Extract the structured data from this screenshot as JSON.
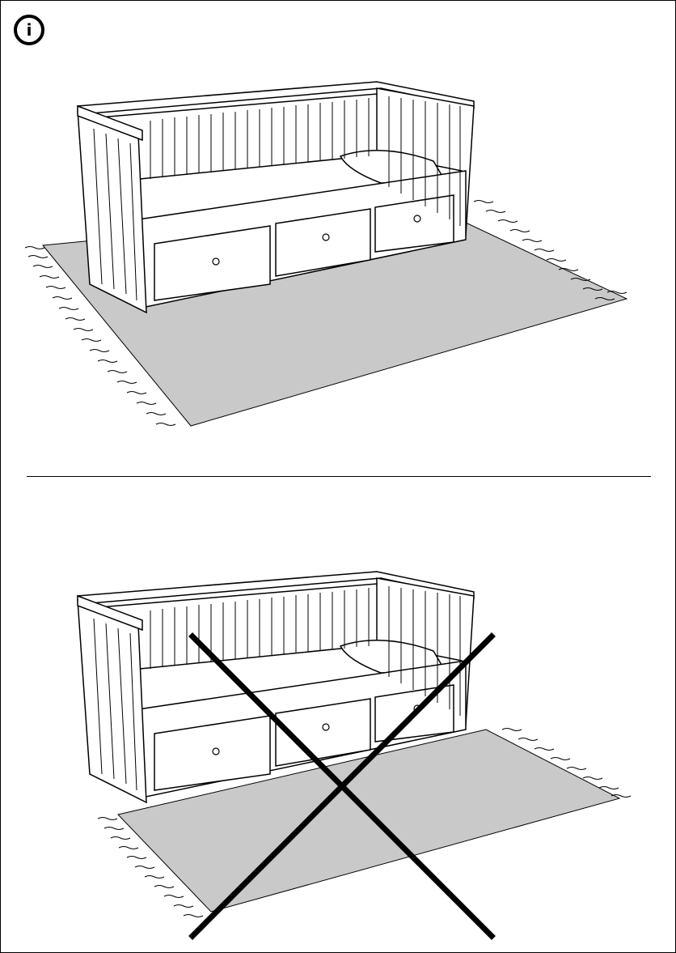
{
  "info_badge": {
    "symbol": "i",
    "icon": "info-icon"
  },
  "panels": [
    {
      "id": "correct",
      "rug": "large-rug",
      "rug_color": "#c8c9c8"
    },
    {
      "id": "incorrect",
      "rug": "small-rug",
      "rug_color": "#c8c9c8",
      "mark": "cross-mark"
    }
  ],
  "colors": {
    "line": "#000000",
    "paper": "#ffffff"
  }
}
